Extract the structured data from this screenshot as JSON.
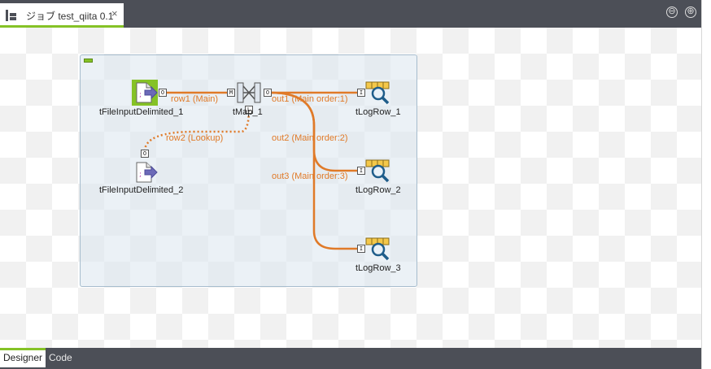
{
  "editor_tab": {
    "title": "ジョブ test_qiita 0.1",
    "close": "×"
  },
  "window_controls": {
    "minimize": "⊖",
    "maximize": "⊕"
  },
  "components": {
    "input1": {
      "label": "tFileInputDelimited_1",
      "port": "O"
    },
    "input2": {
      "label": "tFileInputDelimited_2",
      "port": "O"
    },
    "tmap": {
      "label": "tMap_1",
      "port_main": "M",
      "port_lookup": "L",
      "port_out": "O"
    },
    "log1": {
      "label": "tLogRow_1",
      "port": "I"
    },
    "log2": {
      "label": "tLogRow_2",
      "port": "I"
    },
    "log3": {
      "label": "tLogRow_3",
      "port": "I"
    }
  },
  "links": {
    "row1": "row1 (Main)",
    "row2": "row2 (Lookup)",
    "out1": "out1 (Main order:1)",
    "out2": "out2 (Main order:2)",
    "out3": "out3 (Main order:3)"
  },
  "bottom_tabs": {
    "designer": "Designer",
    "code": "Code"
  },
  "colors": {
    "accent": "#85c226",
    "link": "#e07a28",
    "bar": "#4c4f57"
  }
}
